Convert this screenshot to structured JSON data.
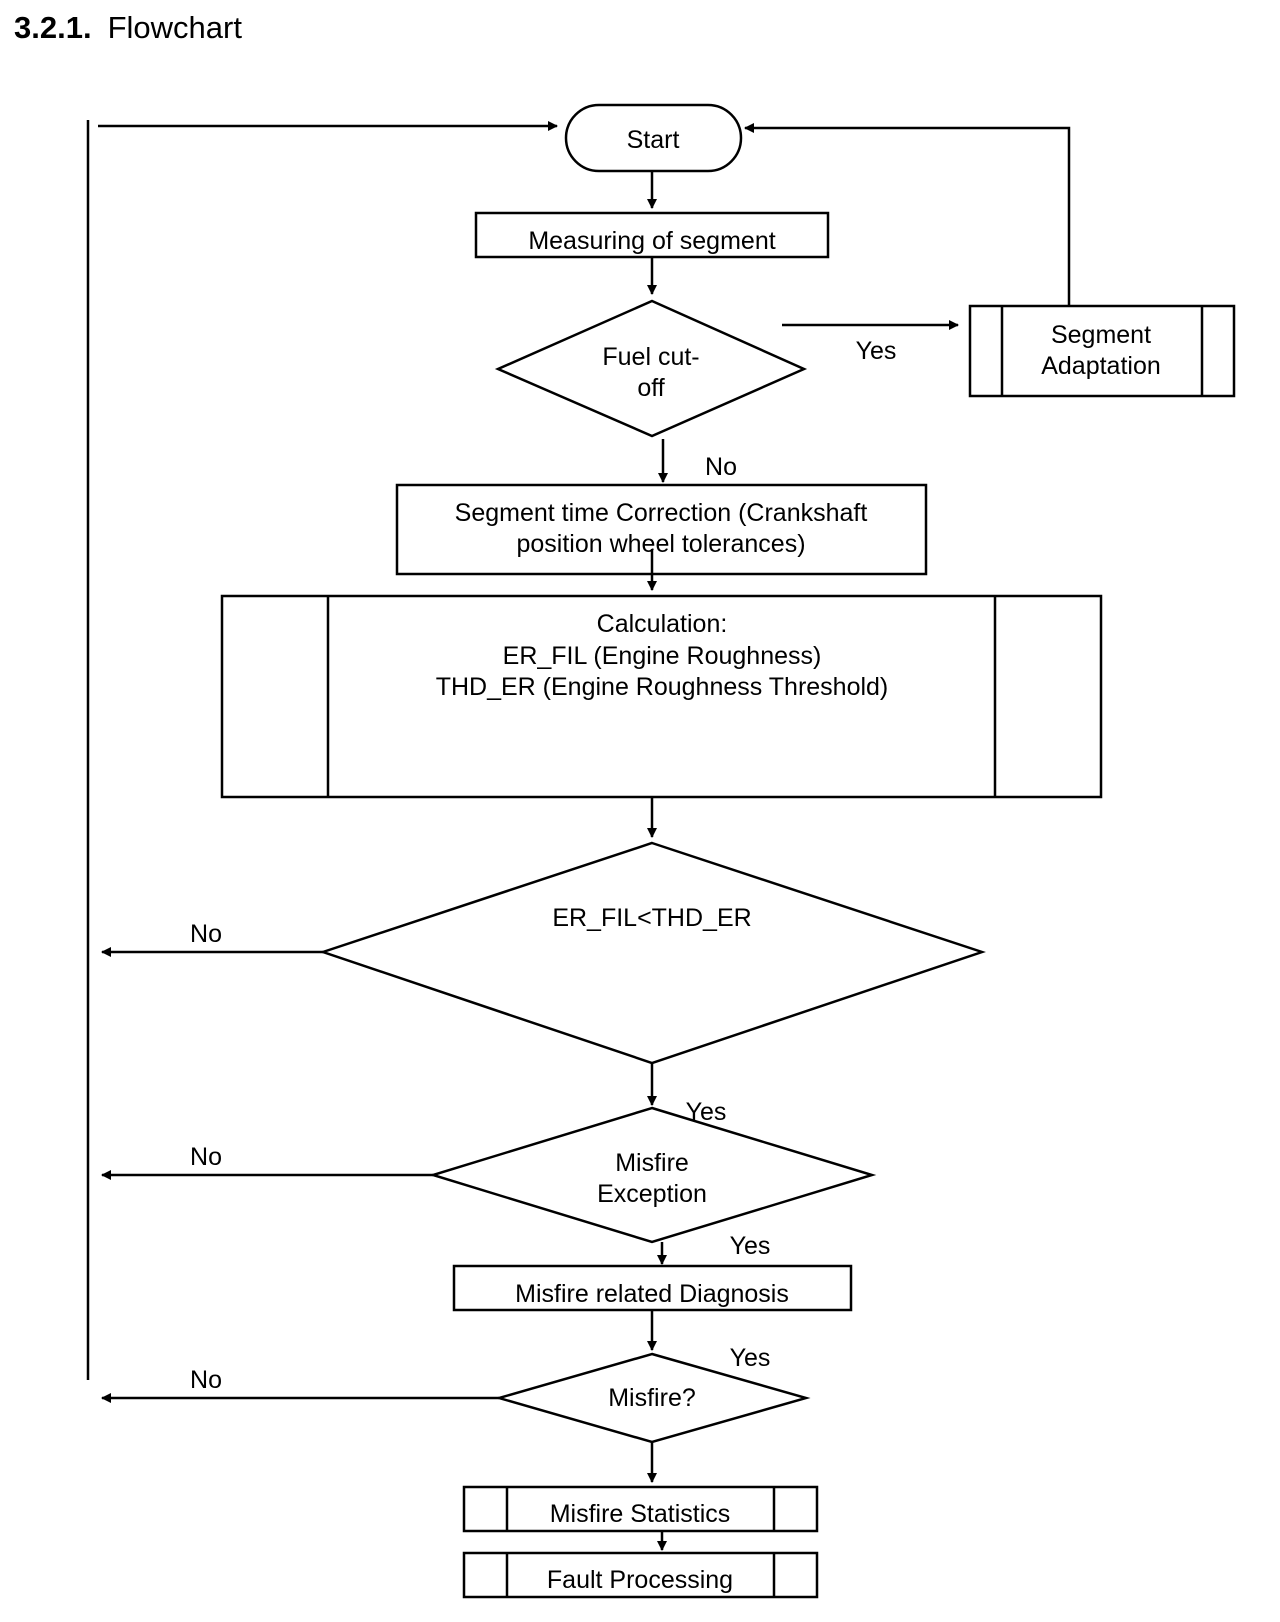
{
  "heading": {
    "number": "3.2.1.",
    "title": "Flowchart"
  },
  "nodes": {
    "start": "Start",
    "measuring": "Measuring of segment",
    "fuel_cutoff": [
      "Fuel cut-",
      "off"
    ],
    "segment_adaptation": [
      "Segment",
      "Adaptation"
    ],
    "segment_correction": [
      "Segment time Correction (Crankshaft",
      "position wheel tolerances)"
    ],
    "calculation": [
      "Calculation:",
      "ER_FIL (Engine Roughness)",
      "THD_ER (Engine Roughness Threshold)"
    ],
    "er_compare": "ER_FIL<THD_ER",
    "misfire_exception": [
      "Misfire",
      "Exception"
    ],
    "misfire_diagnosis": "Misfire related Diagnosis",
    "misfire_question": "Misfire?",
    "misfire_statistics": "Misfire Statistics",
    "fault_processing": "Fault Processing"
  },
  "edge_labels": {
    "fuel_cutoff_yes": "Yes",
    "fuel_cutoff_no": "No",
    "er_compare_no": "No",
    "er_compare_yes": "Yes",
    "exception_no": "No",
    "exception_yes": "Yes",
    "misfire_no": "No",
    "misfire_yes": "Yes"
  }
}
